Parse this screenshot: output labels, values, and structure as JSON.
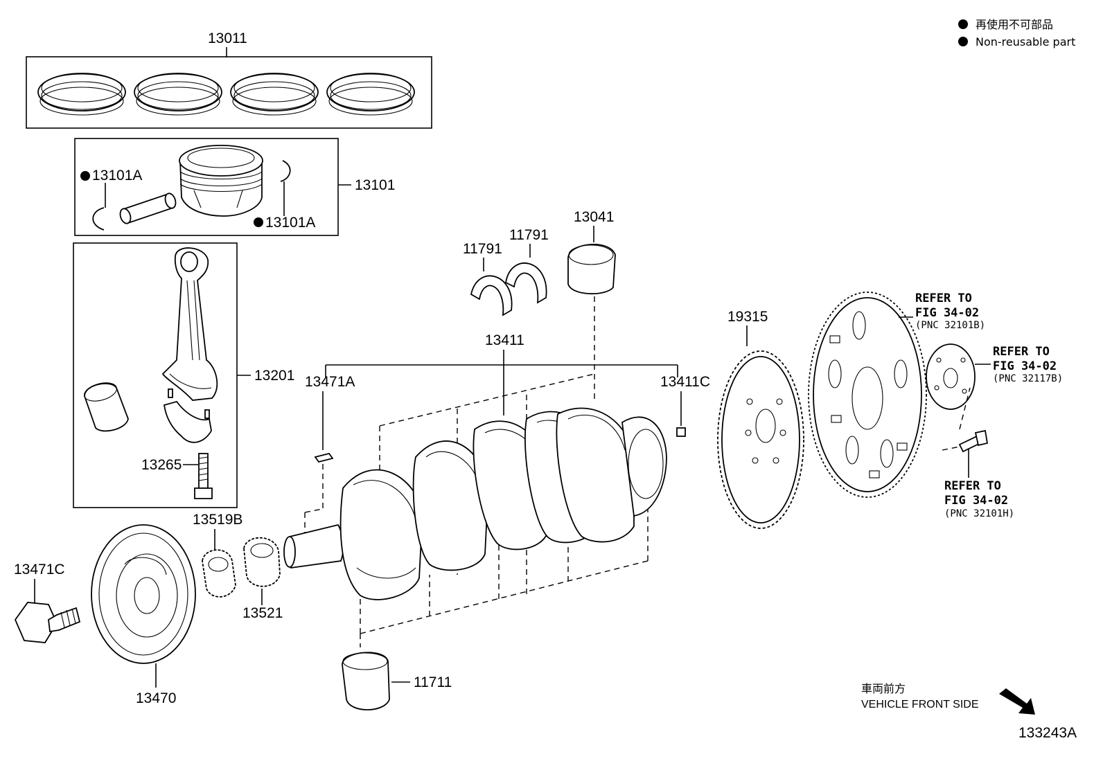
{
  "legend": {
    "jp": "再使用不可部品",
    "en": "Non-reusable part"
  },
  "labels": {
    "p13011": "13011",
    "p13101": "13101",
    "p13101a_top": "13101A",
    "p13101a_bottom": "13101A",
    "p13201": "13201",
    "p13265": "13265",
    "p11791_left": "11791",
    "p11791_right": "11791",
    "p13041": "13041",
    "p13411": "13411",
    "p13471a": "13471A",
    "p13411c": "13411C",
    "p19315": "19315",
    "p13519b": "13519B",
    "p13521": "13521",
    "p13471c": "13471C",
    "p13470": "13470",
    "p11711": "11711"
  },
  "refs": {
    "ref1": {
      "line1": "REFER TO",
      "line2": "FIG 34-02",
      "line3": "(PNC 32101B)"
    },
    "ref2": {
      "line1": "REFER TO",
      "line2": "FIG 34-02",
      "line3": "(PNC 32117B)"
    },
    "ref3": {
      "line1": "REFER TO",
      "line2": "FIG 34-02",
      "line3": "(PNC 32101H)"
    }
  },
  "direction": {
    "jp": "車両前方",
    "en": "VEHICLE FRONT SIDE"
  },
  "figure_id": "133243A"
}
